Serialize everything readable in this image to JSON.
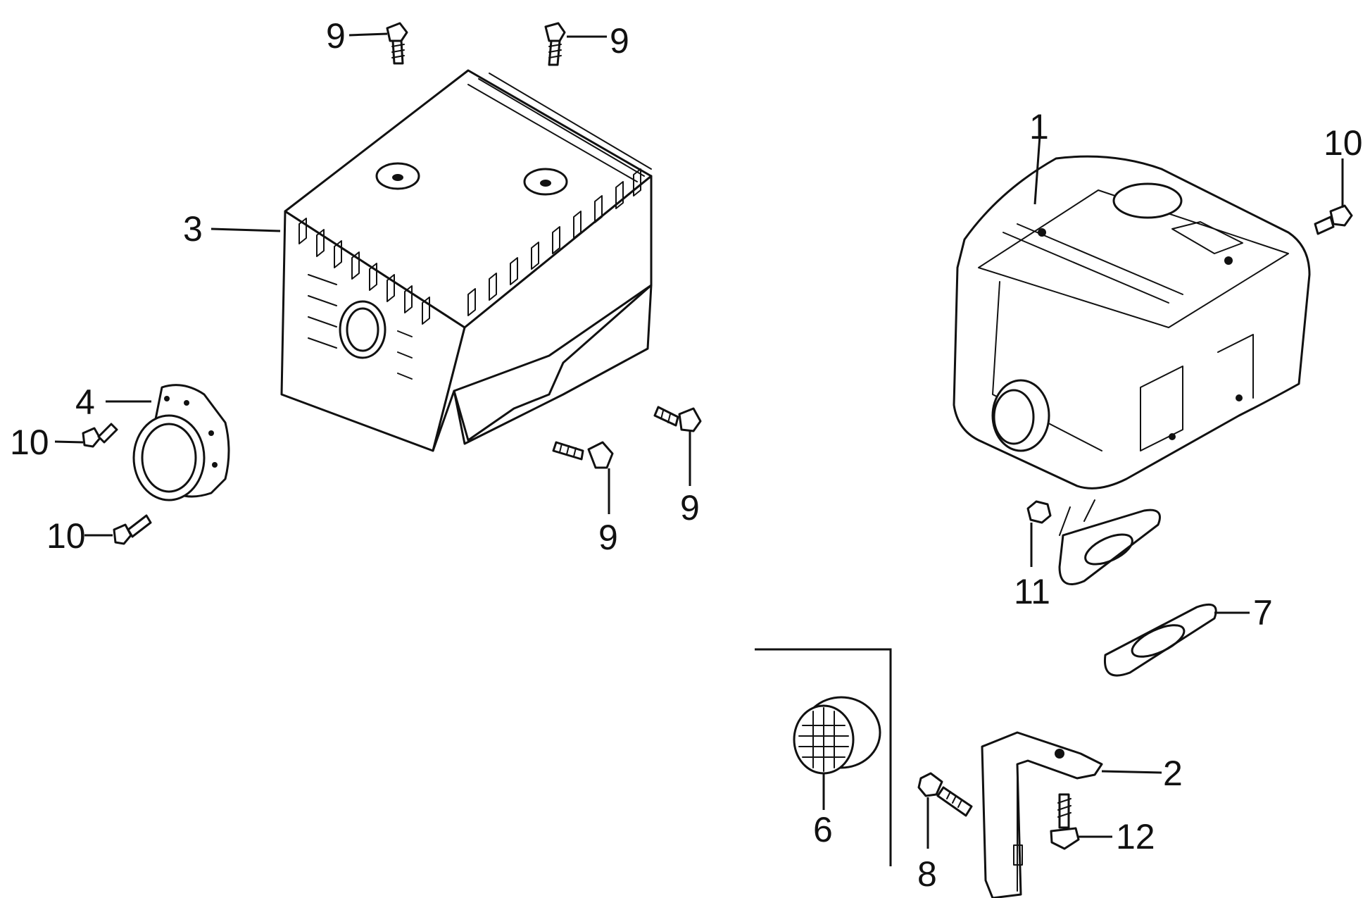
{
  "callouts": {
    "c1": "1",
    "c2": "2",
    "c3": "3",
    "c4": "4",
    "c6": "6",
    "c7": "7",
    "c8": "8",
    "c9a": "9",
    "c9b": "9",
    "c9c": "9",
    "c9d": "9",
    "c10a": "10",
    "c10b": "10",
    "c10c": "10",
    "c11": "11",
    "c12": "12"
  }
}
